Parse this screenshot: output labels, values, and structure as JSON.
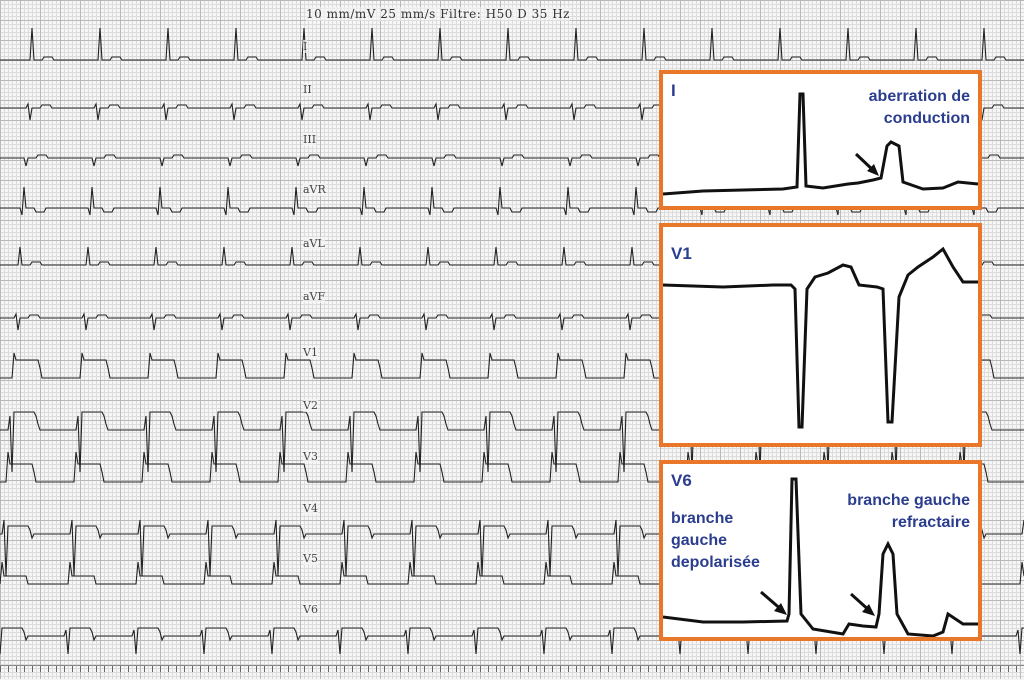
{
  "header": "10 mm/mV 25 mm/s Filtre: H50 D 35 Hz",
  "leads": [
    "I",
    "II",
    "III",
    "aVR",
    "aVL",
    "aVF",
    "V1",
    "V2",
    "V3",
    "V4",
    "V5",
    "V6"
  ],
  "insets": [
    {
      "lead": "I",
      "notes": [
        "aberration de",
        "conduction"
      ]
    },
    {
      "lead": "V1",
      "notes": []
    },
    {
      "lead": "V6",
      "notes": [
        "branche",
        "gauche",
        "depolarisée",
        "branche gauche",
        "refractaire"
      ]
    }
  ],
  "colors": {
    "border": "#e8772a",
    "annotation": "#2b3d8f",
    "trace": "#111111"
  }
}
